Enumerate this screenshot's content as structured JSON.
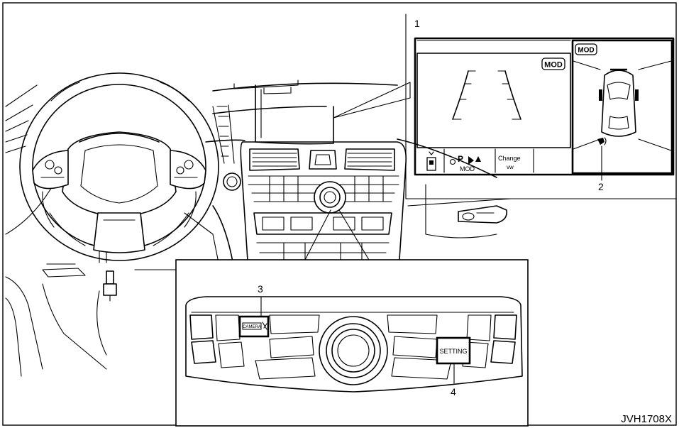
{
  "callouts": {
    "c1": "1",
    "c2": "2",
    "c3": "3",
    "c4": "4"
  },
  "screen": {
    "mode_badge_left": "MOD",
    "mode_badge_right": "MOD",
    "status_park_icon": "P",
    "status_mod": "MOD",
    "status_change_line1": "Change",
    "status_change_line2": "vw"
  },
  "console": {
    "camera_button_label": "CAMERA",
    "setting_button_label": "SETTING"
  },
  "figure_code": "JVH1708X",
  "icons": [
    "steering-wheel-icon",
    "car-top-view-icon",
    "camera-icon",
    "sonar-icon"
  ]
}
